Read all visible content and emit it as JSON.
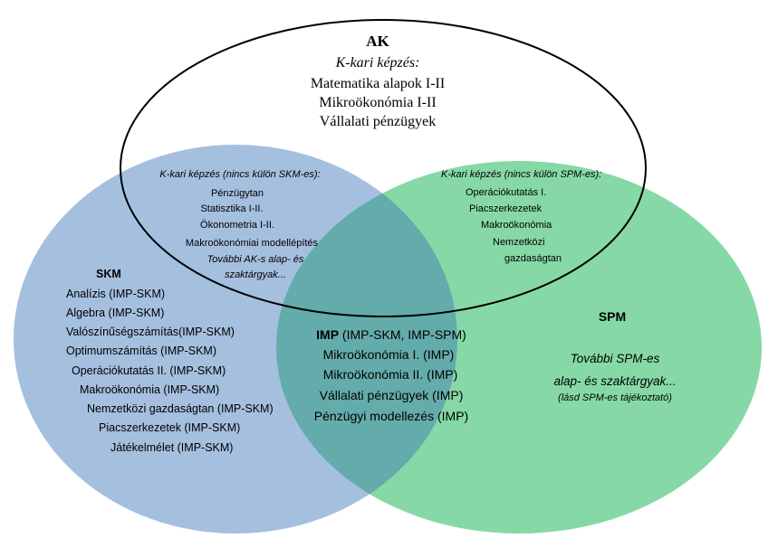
{
  "colors": {
    "skm": "#a5bfdf",
    "spm": "#86d9a6",
    "overlap": "#64abab",
    "outline": "#000000"
  },
  "ak": {
    "title": "AK",
    "subtitle": "K-kari képzés:",
    "items": [
      "Matematika alapok I-II",
      "Mikroökonómia I-II",
      "Vállalati pénzügyek"
    ]
  },
  "ak_skm": {
    "heading": "K-kari képzés (nincs külön SKM-es):",
    "items": [
      "Pénzügytan",
      "Statisztika  I-II.",
      "Ökonometria I-II.",
      "Makroökonómiai modellépítés"
    ],
    "more": [
      "További AK-s alap- és",
      "szaktárgyak..."
    ]
  },
  "ak_spm": {
    "heading": "K-kari képzés (nincs külön SPM-es):",
    "items": [
      "Operációkutatás I.",
      "Piacszerkezetek",
      "Makroökonómia",
      "Nemzetközi",
      "gazdaságtan"
    ]
  },
  "skm": {
    "title": "SKM",
    "items": [
      "Analízis (IMP-SKM)",
      "Algebra (IMP-SKM)",
      "Valószínűségszámítás(IMP-SKM)",
      "Optimumszámítás (IMP-SKM)",
      "Operációkutatás II. (IMP-SKM)",
      "Makroökonómia  (IMP-SKM)",
      "Nemzetközi gazdaságtan (IMP-SKM)",
      "Piacszerkezetek (IMP-SKM)",
      "Játékelmélet (IMP-SKM)"
    ]
  },
  "imp": {
    "title": "IMP",
    "title_rest": " (IMP-SKM, IMP-SPM)",
    "items": [
      "Mikroökonómia I. (IMP)",
      "Mikroökonómia II. (IMP)",
      "Vállalati pénzügyek (IMP)",
      "Pénzügyi modellezés (IMP)"
    ]
  },
  "spm": {
    "title": "SPM",
    "line1": "További SPM-es",
    "line2": "alap- és szaktárgyak...",
    "note": "(lásd SPM-es tájékoztató)"
  }
}
